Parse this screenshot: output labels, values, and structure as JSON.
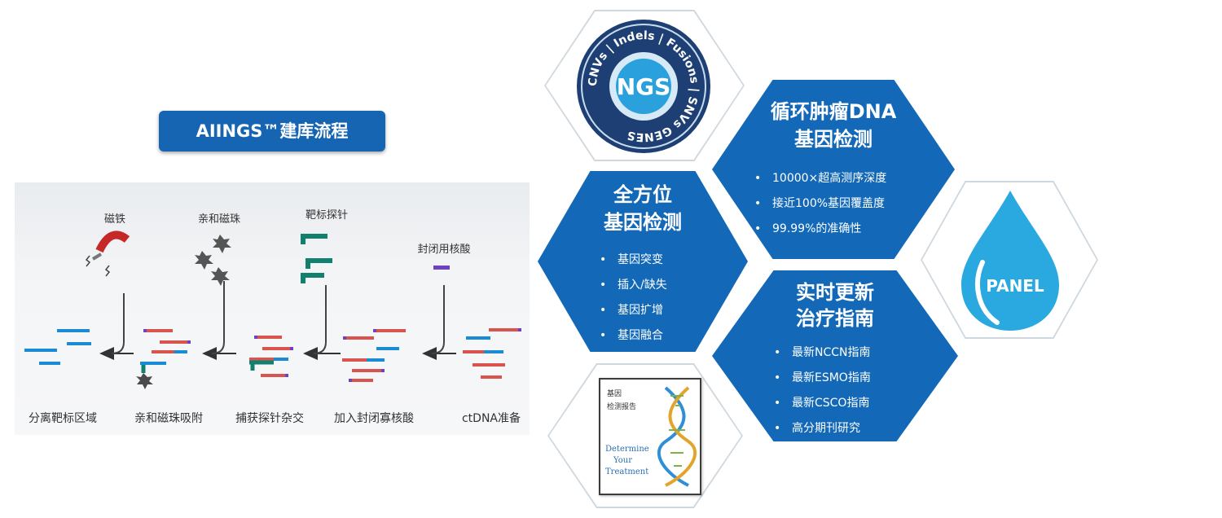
{
  "workflow": {
    "title": "AIINGS™建库流程",
    "steps": [
      "ctDNA准备",
      "加入封闭寡核酸",
      "捕获探针杂交",
      "亲和磁珠吸附",
      "分离靶标区域"
    ],
    "reagents": [
      "封闭用核酸",
      "靶标探针",
      "亲和磁珠",
      "磁铁"
    ]
  },
  "hexagons": {
    "ngs_badge": {
      "center": "NGS",
      "ring_text": "CNVs | Indels | Fusions | SNVs GENES"
    },
    "panel_drop": {
      "label": "PANEL"
    },
    "ctdna": {
      "title_lines": [
        "循环肿瘤DNA",
        "基因检测"
      ],
      "items": [
        "10000×超高测序深度",
        "接近100%基因覆盖度",
        "99.99%的准确性"
      ]
    },
    "full": {
      "title_lines": [
        "全方位",
        "基因检测"
      ],
      "items": [
        "基因突变",
        "插入/缺失",
        "基因扩增",
        "基因融合"
      ]
    },
    "guide": {
      "title_lines": [
        "实时更新",
        "治疗指南"
      ],
      "items": [
        "最新NCCN指南",
        "最新ESMO指南",
        "最新CSCO指南",
        "高分期刊研究"
      ]
    },
    "book": {
      "cn_lines": [
        "基因",
        "检测报告"
      ],
      "en_lines": [
        "Determine",
        "Your",
        "Treatment"
      ]
    }
  },
  "colors": {
    "brand_blue": "#1369b8",
    "title_blue": "#1565b3",
    "outline_gray": "#cfd8df"
  }
}
